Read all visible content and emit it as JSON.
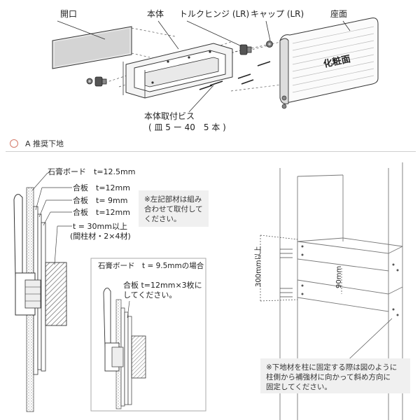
{
  "top_diagram": {
    "label_opening": "開口",
    "label_body": "本体",
    "label_torque_hinge": "トルクヒンジ (LR)",
    "label_cap": "キャップ (LR)",
    "label_seat": "座面",
    "label_decor_face": "化粧面",
    "label_screws_line1": "本体取付ビス",
    "label_screws_line2": "( 皿 5 ー 40　5 本 )"
  },
  "section": {
    "title": "A 推奨下地"
  },
  "left_diagram": {
    "label_gypsum": "石膏ボード　t=12.5mm",
    "label_ply1": "合板　t=12mm",
    "label_ply2": "合板　t= 9mm",
    "label_ply3": "合板　t=12mm",
    "label_ply4_line1": "t = 30mm以上",
    "label_ply4_line2": "(間柱材・2×4材)",
    "note": "※左記部材は組み\n合わせて取付して\nください。"
  },
  "inset_diagram": {
    "header": "石膏ボード　t = 9.5mmの場合",
    "label_line1": "合板 t=12mm×3枚に",
    "label_line2": "してください。"
  },
  "right_diagram": {
    "dim_300": "300mm以上",
    "dim_90": "90mm",
    "note": "※下地材を柱に固定する際は図のように\n柱側から補強材に向かって斜め方向に\n固定してください。"
  }
}
